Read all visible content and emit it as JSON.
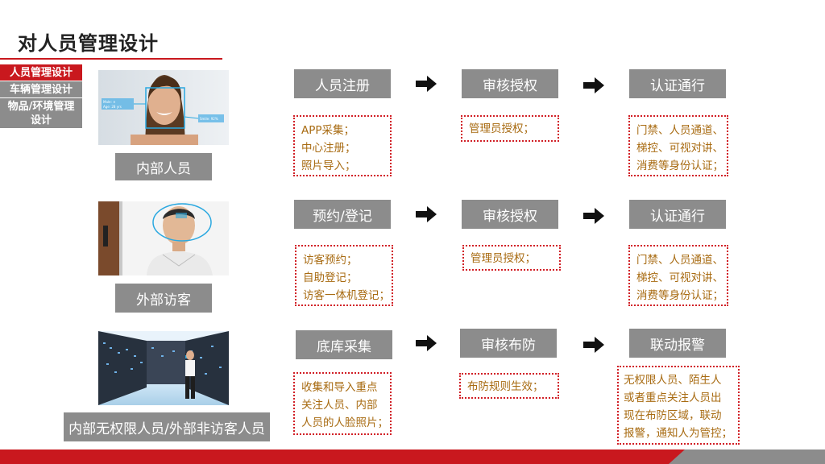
{
  "title": "对人员管理设计",
  "sidebar": {
    "items": [
      {
        "label": "人员管理设计",
        "active": true
      },
      {
        "label": "车辆管理设计",
        "active": false
      },
      {
        "label": "物品/环境管理设计",
        "active": false
      }
    ]
  },
  "rows": [
    {
      "category": "内部人员",
      "photo_icon": "face-recognition-woman-photo",
      "photo_text": {
        "tag_left_1": "Male: ✕",
        "tag_left_2": "Age: 28 yrs",
        "tag_right": "Smile: 92%"
      },
      "steps": [
        {
          "label": "人员注册",
          "notes": [
            "APP采集；",
            "中心注册；",
            "照片导入；"
          ]
        },
        {
          "label": "审核授权",
          "notes": [
            "管理员授权；"
          ]
        },
        {
          "label": "认证通行",
          "notes": [
            "门禁、人员通道、",
            "梯控、可视对讲、",
            "消费等身份认证；"
          ]
        }
      ]
    },
    {
      "category": "外部访客",
      "photo_icon": "face-recognition-man-photo",
      "steps": [
        {
          "label": "预约/登记",
          "notes": [
            "访客预约；",
            "自助登记；",
            "访客一体机登记；"
          ]
        },
        {
          "label": "审核授权",
          "notes": [
            "管理员授权；"
          ]
        },
        {
          "label": "认证通行",
          "notes": [
            "门禁、人员通道、",
            "梯控、可视对讲、",
            "消费等身份认证；"
          ]
        }
      ]
    },
    {
      "category": "内部无权限人员/外部非访客人员",
      "photo_icon": "server-room-photo",
      "steps": [
        {
          "label": "底库采集",
          "notes": [
            "收集和导入重点",
            "关注人员、内部",
            "人员的人脸照片；"
          ]
        },
        {
          "label": "审核布防",
          "notes": [
            "布防规则生效；"
          ]
        },
        {
          "label": "联动报警",
          "notes": [
            "无权限人员、陌生人",
            "或者重点关注人员出",
            "现在布防区域，联动",
            "报警，通知人为管控；"
          ]
        }
      ]
    }
  ],
  "colors": {
    "accent": "#c9181e",
    "gray": "#8c8c8c",
    "note_text": "#a86b12",
    "note_border": "#d11f26"
  }
}
